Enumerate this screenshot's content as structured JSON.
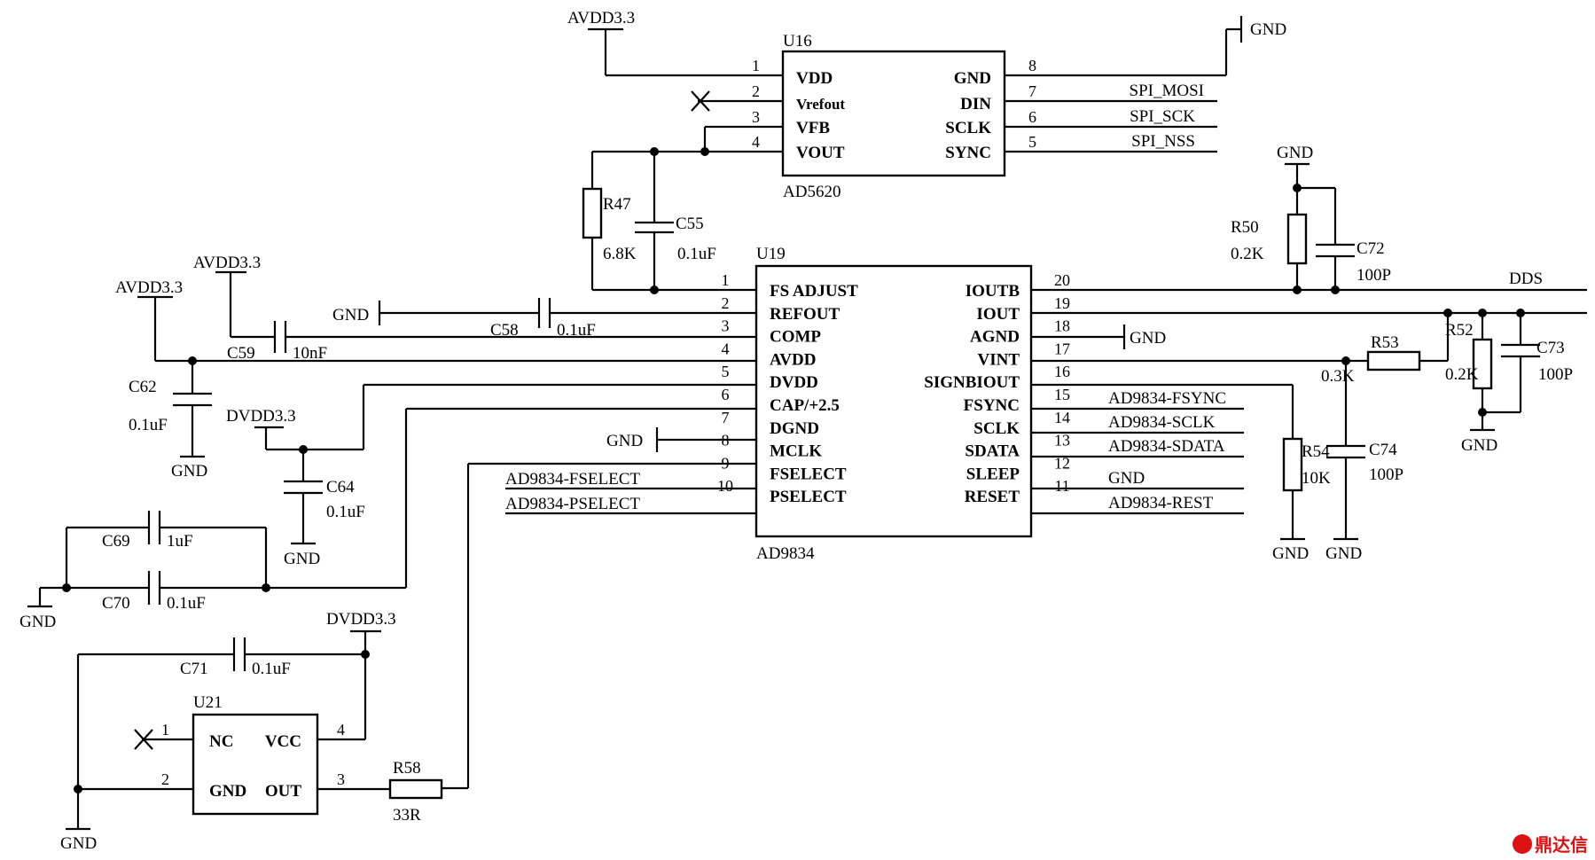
{
  "ad5620": {
    "ref": "U16",
    "part": "AD5620",
    "pins_left": [
      {
        "num": "1",
        "name": "VDD"
      },
      {
        "num": "2",
        "name": "Vrefout"
      },
      {
        "num": "3",
        "name": "VFB"
      },
      {
        "num": "4",
        "name": "VOUT"
      }
    ],
    "pins_right": [
      {
        "num": "8",
        "name": "GND"
      },
      {
        "num": "7",
        "name": "DIN"
      },
      {
        "num": "6",
        "name": "SCLK"
      },
      {
        "num": "5",
        "name": "SYNC"
      }
    ],
    "nets_right": [
      "",
      "SPI_MOSI",
      "SPI_SCK",
      "SPI_NSS"
    ]
  },
  "ad9834": {
    "ref": "U19",
    "part": "AD9834",
    "pins_left": [
      {
        "num": "1",
        "name": "FS ADJUST"
      },
      {
        "num": "2",
        "name": "REFOUT"
      },
      {
        "num": "3",
        "name": "COMP"
      },
      {
        "num": "4",
        "name": "AVDD"
      },
      {
        "num": "5",
        "name": "DVDD"
      },
      {
        "num": "6",
        "name": "CAP/+2.5"
      },
      {
        "num": "7",
        "name": "DGND"
      },
      {
        "num": "8",
        "name": "MCLK"
      },
      {
        "num": "9",
        "name": "FSELECT"
      },
      {
        "num": "10",
        "name": "PSELECT"
      }
    ],
    "pins_right": [
      {
        "num": "20",
        "name": "IOUTB"
      },
      {
        "num": "19",
        "name": "IOUT"
      },
      {
        "num": "18",
        "name": "AGND"
      },
      {
        "num": "17",
        "name": "VINT"
      },
      {
        "num": "16",
        "name": "SIGNBIOUT"
      },
      {
        "num": "15",
        "name": "FSYNC"
      },
      {
        "num": "14",
        "name": "SCLK"
      },
      {
        "num": "13",
        "name": "SDATA"
      },
      {
        "num": "12",
        "name": "SLEEP"
      },
      {
        "num": "11",
        "name": "RESET"
      }
    ],
    "nets_right": [
      "DDS",
      "",
      "GND",
      "",
      "",
      "AD9834-FSYNC",
      "AD9834-SCLK",
      "AD9834-SDATA",
      "GND",
      "AD9834-REST"
    ],
    "nets_left": {
      "p2": "GND",
      "p7": "GND",
      "p9": "AD9834-FSELECT",
      "p10": "AD9834-PSELECT"
    }
  },
  "u21": {
    "ref": "U21",
    "pins_left": [
      {
        "num": "1",
        "name": "NC"
      },
      {
        "num": "2",
        "name": "GND"
      }
    ],
    "pins_right": [
      {
        "num": "4",
        "name": "VCC"
      },
      {
        "num": "3",
        "name": "OUT"
      }
    ]
  },
  "components": {
    "r47": {
      "ref": "R47",
      "value": "6.8K"
    },
    "c55": {
      "ref": "C55",
      "value": "0.1uF"
    },
    "c58": {
      "ref": "C58",
      "value": "0.1uF"
    },
    "c59": {
      "ref": "C59",
      "value": "10nF"
    },
    "c62": {
      "ref": "C62",
      "value": "0.1uF"
    },
    "c64": {
      "ref": "C64",
      "value": "0.1uF"
    },
    "c69": {
      "ref": "C69",
      "value": "1uF"
    },
    "c70": {
      "ref": "C70",
      "value": "0.1uF"
    },
    "c71": {
      "ref": "C71",
      "value": "0.1uF"
    },
    "r58": {
      "ref": "R58",
      "value": "33R"
    },
    "r50": {
      "ref": "R50",
      "value": "0.2K"
    },
    "c72": {
      "ref": "C72",
      "value": "100P"
    },
    "r52": {
      "ref": "R52",
      "value": "0.2K"
    },
    "c73": {
      "ref": "C73",
      "value": "100P"
    },
    "r53": {
      "ref": "R53",
      "value": "0.3K"
    },
    "r54": {
      "ref": "R54",
      "value": "10K"
    },
    "c74": {
      "ref": "C74",
      "value": "100P"
    }
  },
  "power": {
    "avdd": "AVDD3.3",
    "dvdd": "DVDD3.3",
    "gnd": "GND"
  },
  "watermark": "鼎达信"
}
